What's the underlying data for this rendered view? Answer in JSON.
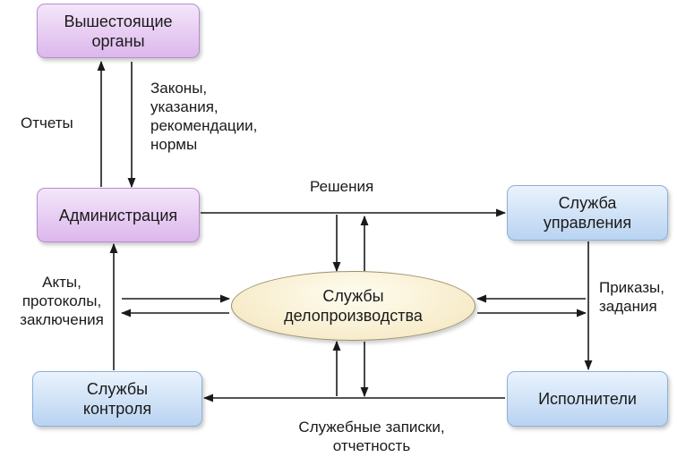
{
  "nodes": {
    "higher_bodies": "Вышестоящие\nорганы",
    "administration": "Администрация",
    "management_service": "Служба\nуправления",
    "records_services": "Службы\nделопроизводства",
    "control_services": "Службы\nконтроля",
    "executors": "Исполнители"
  },
  "edge_labels": {
    "reports": "Отчеты",
    "laws": "Законы,\nуказания,\nрекомендации,\nнормы",
    "decisions": "Решения",
    "acts": "Акты,\nпротоколы,\nзаключения",
    "orders": "Приказы,\nзадания",
    "memos": "Служебные записки,\nотчетность"
  },
  "colors": {
    "purple_fill": "#dcb7ec",
    "blue_fill": "#b9d3f1",
    "ellipse_fill": "#f7eccb",
    "arrow": "#1a1a1a"
  }
}
